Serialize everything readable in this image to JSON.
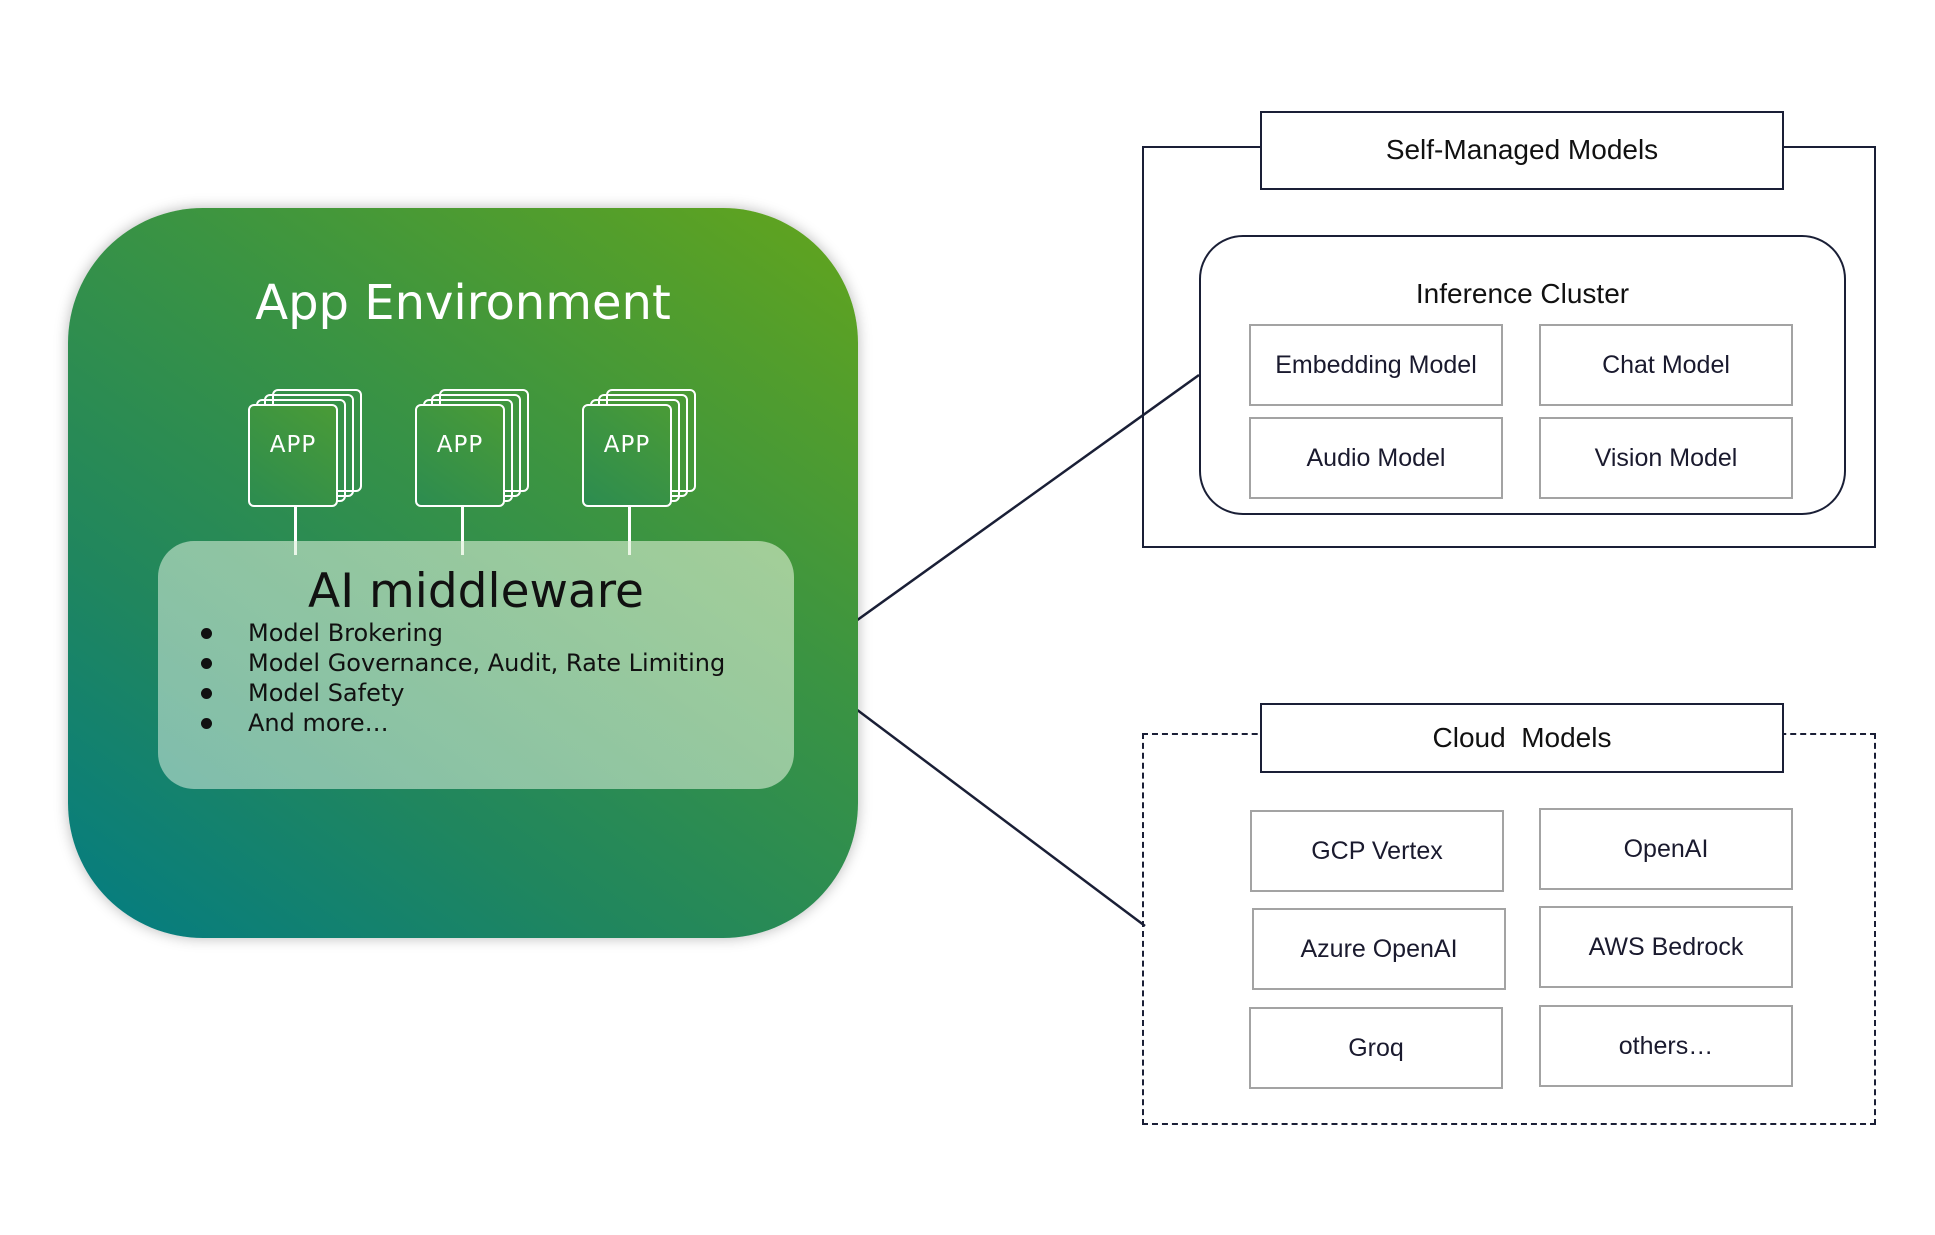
{
  "app_environment": {
    "title": "App Environment",
    "apps": [
      {
        "label": "APP"
      },
      {
        "label": "APP"
      },
      {
        "label": "APP"
      }
    ]
  },
  "middleware": {
    "title": "AI middleware",
    "features": [
      "Model Brokering",
      "Model Governance, Audit, Rate Limiting",
      "Model Safety",
      "And more…"
    ]
  },
  "self_managed": {
    "title": "Self-Managed Models",
    "cluster_title": "Inference Cluster",
    "models": [
      "Embedding Model",
      "Chat Model",
      "Audio Model",
      "Vision Model"
    ]
  },
  "cloud": {
    "title": "Cloud  Models",
    "providers": [
      "GCP Vertex",
      "OpenAI",
      "Azure OpenAI",
      "AWS Bedrock",
      "Groq",
      "others…"
    ]
  },
  "colors": {
    "gradient_top_right": "#63a51c",
    "gradient_bottom_left": "#037c83",
    "line": "#1a1f36",
    "model_border": "#a3a3a3"
  }
}
